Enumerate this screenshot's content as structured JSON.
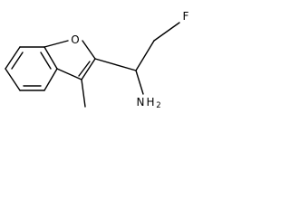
{
  "molecule": {
    "atoms": {
      "oxygen": "O",
      "fluorine": "F",
      "amine_n": "N",
      "amine_h": "H",
      "amine_h_count": "2"
    }
  }
}
